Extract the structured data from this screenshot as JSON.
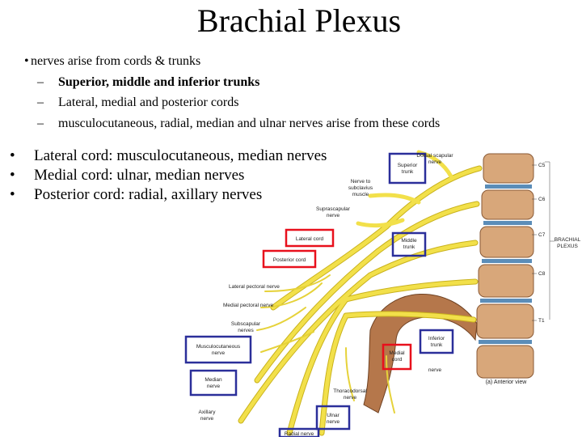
{
  "title": "Brachial Plexus",
  "bullet1": {
    "marker": "•",
    "text": "nerves arise from cords & trunks",
    "subitems": [
      {
        "dash": "–",
        "text": "Superior, middle and inferior trunks",
        "bold": true
      },
      {
        "dash": "–",
        "text": "Lateral, medial and posterior cords",
        "bold": false
      },
      {
        "dash": "–",
        "text": "musculocutaneous, radial, median and ulnar nerves arise from these cords",
        "bold": false
      }
    ]
  },
  "bullets2": [
    {
      "marker": "•",
      "text": "Lateral cord: musculocutaneous, median nerves"
    },
    {
      "marker": "•",
      "text": "Medial cord: ulnar, median nerves"
    },
    {
      "marker": "•",
      "text": "Posterior cord: radial, axillary nerves"
    }
  ],
  "figure": {
    "labels": {
      "dorsal_scapular": [
        "Dorsal scapular",
        "nerve"
      ],
      "superior_trunk": [
        "Superior",
        "trunk"
      ],
      "nerve_subclavius": [
        "Nerve to",
        "subclavius",
        "muscle"
      ],
      "suprascapular": [
        "Suprascapular",
        "nerve"
      ],
      "lateral_cord": "Lateral cord",
      "posterior_cord": "Posterior cord",
      "middle_trunk": [
        "Middle",
        "trunk"
      ],
      "lateral_pectoral": "Lateral pectoral nerve",
      "medial_pectoral": "Medial pectoral nerve",
      "subscapular": [
        "Subscapular",
        "nerves"
      ],
      "musculocutaneous": [
        "Musculocutaneous",
        "nerve"
      ],
      "median": [
        "Median",
        "nerve"
      ],
      "axillary": [
        "Axillary",
        "nerve"
      ],
      "thoracodorsal": [
        "Thoracodorsal",
        "nerve"
      ],
      "ulnar": [
        "Ulnar",
        "nerve"
      ],
      "radial": "Radial nerve",
      "medial_cord": [
        "Medial",
        "cord"
      ],
      "inferior_trunk": [
        "Inferior",
        "trunk"
      ],
      "long_thoracic": "nerve",
      "anterior_view": "(a) Anterior view",
      "brachial_plexus": [
        "BRACHIAL",
        "PLEXUS"
      ],
      "c5": "C5",
      "c6": "C6",
      "c7": "C7",
      "c8": "C8",
      "t1": "T1"
    },
    "colors": {
      "red_box": "#e8101c",
      "blue_box": "#2b2f9a",
      "nerve": "#f2e04a",
      "nerve_outline": "#c9b21c",
      "bone": "#d8a77a",
      "disc": "#5b8db8"
    }
  }
}
